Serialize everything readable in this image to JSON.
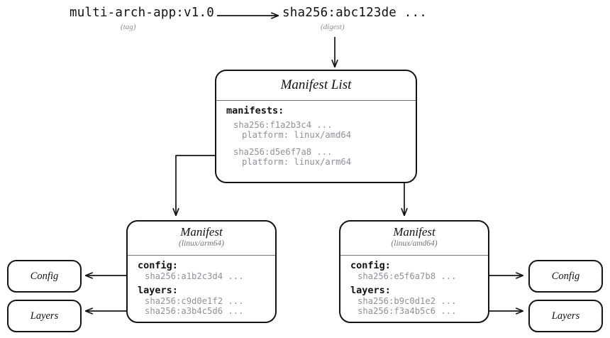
{
  "top": {
    "tag": "multi-arch-app:v1.0",
    "tag_note": "(tag)",
    "digest": "sha256:abc123de ...",
    "digest_note": "(digest)"
  },
  "manifest_list": {
    "title": "Manifest List",
    "key": "manifests:",
    "entries": [
      {
        "digest": "sha256:f1a2b3c4 ...",
        "platform": "platform: linux/amd64"
      },
      {
        "digest": "sha256:d5e6f7a8 ...",
        "platform": "platform: linux/arm64"
      }
    ]
  },
  "manifests": [
    {
      "title": "Manifest",
      "subtitle": "(linux/arm64)",
      "config_key": "config:",
      "config_digest": "sha256:a1b2c3d4 ...",
      "layers_key": "layers:",
      "layers": [
        "sha256:c9d0e1f2 ...",
        "sha256:a3b4c5d6 ..."
      ]
    },
    {
      "title": "Manifest",
      "subtitle": "(linux/amd64)",
      "config_key": "config:",
      "config_digest": "sha256:e5f6a7b8 ...",
      "layers_key": "layers:",
      "layers": [
        "sha256:b9c0d1e2 ...",
        "sha256:f3a4b5c6 ..."
      ]
    }
  ],
  "leaves": {
    "config_left": "Config",
    "layers_left": "Layers",
    "config_right": "Config",
    "layers_right": "Layers"
  },
  "colors": {
    "stroke": "#141414",
    "muted_text": "#8d9298",
    "note_text": "#8a8f96",
    "divider": "#6d7278",
    "background": "#ffffff"
  }
}
